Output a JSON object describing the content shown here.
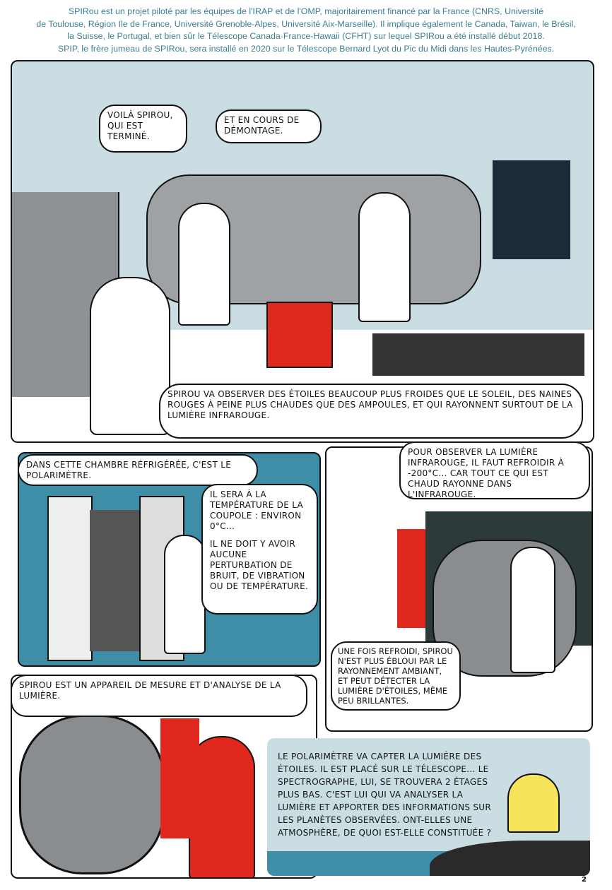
{
  "intro": [
    "SPIRou est un projet piloté par les équipes de l'IRAP et de l'OMP, majoritairement financé par la France (CNRS, Université",
    "de Toulouse, Région Ile de France, Université Grenoble-Alpes, Université Aix-Marseille). Il implique également le Canada, Taiwan, le Brésil,",
    "la Suisse, le Portugal, et bien sûr le Télescope Canada-France-Hawaii (CFHT) sur lequel SPIRou a été installé début 2018.",
    "SPIP, le frère jumeau de SPIRou, sera installé en 2020 sur le Télescope Bernard Lyot du Pic du Midi dans les Hautes-Pyrénées."
  ],
  "panel1": {
    "bubble1": "Voilà SPIRou, qui est terminé.",
    "bubble2": "Et en cours de démontage.",
    "bubble3": "SPIRou va observer des étoiles beaucoup plus froides que le Soleil, des naines rouges à peine plus chaudes que des ampoules, et qui rayonnent surtout de la lumière infrarouge."
  },
  "panel2": {
    "bubble1": "Dans cette chambre réfrigérée, c'est le polarimètre.",
    "bubble2a": "Il sera à la température de la coupole : environ 0°C...",
    "bubble2b": "Il ne doit y avoir aucune perturbation de bruit, de vibration ou de température."
  },
  "panel3": {
    "bubble1": "Pour observer la lumière infrarouge, il faut refroidir à -200°C... car tout ce qui est chaud rayonne dans l'infrarouge.",
    "bubble2": "Une fois refroidi, SPIRou n'est plus ébloui par le rayonnement ambiant, et peut détecter la lumière d'étoiles, même peu brillantes."
  },
  "panel4": {
    "bubble1": "SPIRou est un appareil de mesure et d'analyse de la lumière."
  },
  "panel5": {
    "caption": "Le polarimètre va capter la lumière des étoiles. Il est placé sur le télescope... le spectrographe, lui, se trouvera 2 étages plus bas. C'est lui qui va analyser la lumière et apporter des informations sur les planètes observées. Ont-elles une atmosphère, de quoi est-elle constituée ?"
  },
  "page_number": "2",
  "colors": {
    "intro_text": "#3a7f93",
    "sky": "#c9dde3",
    "teal": "#3d8ea6",
    "red": "#e0281e",
    "gray": "#8a8d90"
  }
}
